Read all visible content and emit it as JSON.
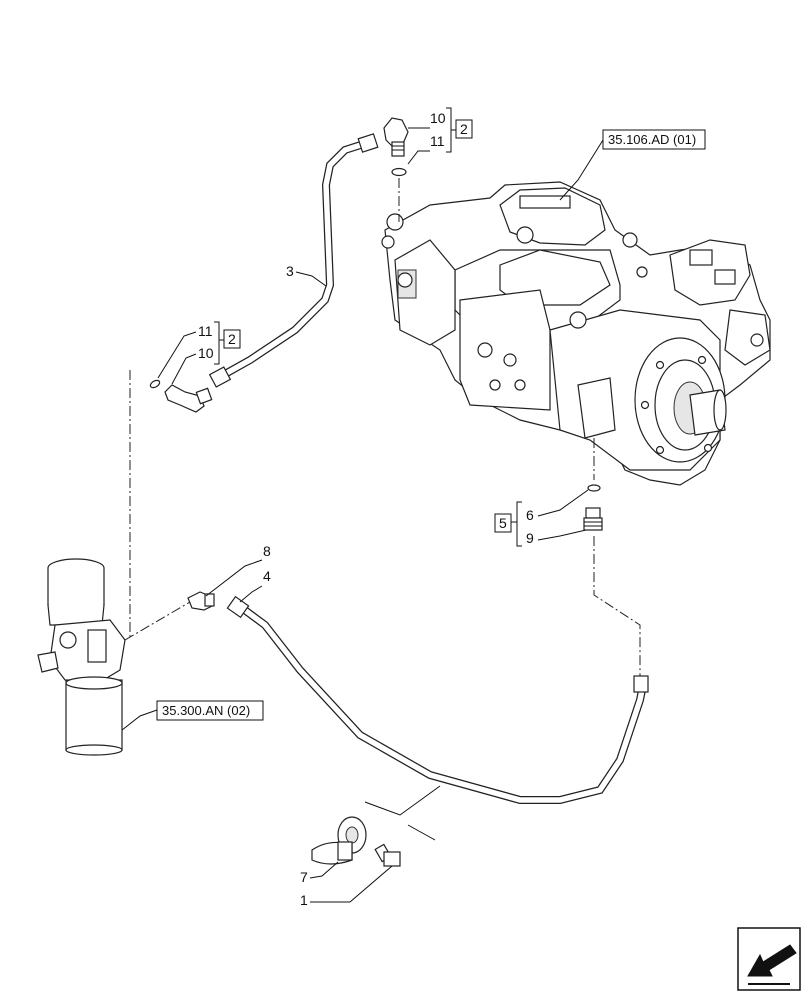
{
  "references": {
    "pump_ref": "35.106.AD (01)",
    "filter_ref": "35.300.AN (02)"
  },
  "callouts": {
    "upper_elbow_10": "10",
    "upper_oring_11": "11",
    "upper_group_2": "2",
    "hose_3": "3",
    "lower_oring_11": "11",
    "lower_elbow_10": "10",
    "lower_group_2": "2",
    "oring_6": "6",
    "group_5": "5",
    "adapter_9": "9",
    "elbow_8": "8",
    "hose_4": "4",
    "clamp_7": "7",
    "bolt_1": "1"
  },
  "icons": {
    "navigation": "direction-arrow-icon"
  }
}
